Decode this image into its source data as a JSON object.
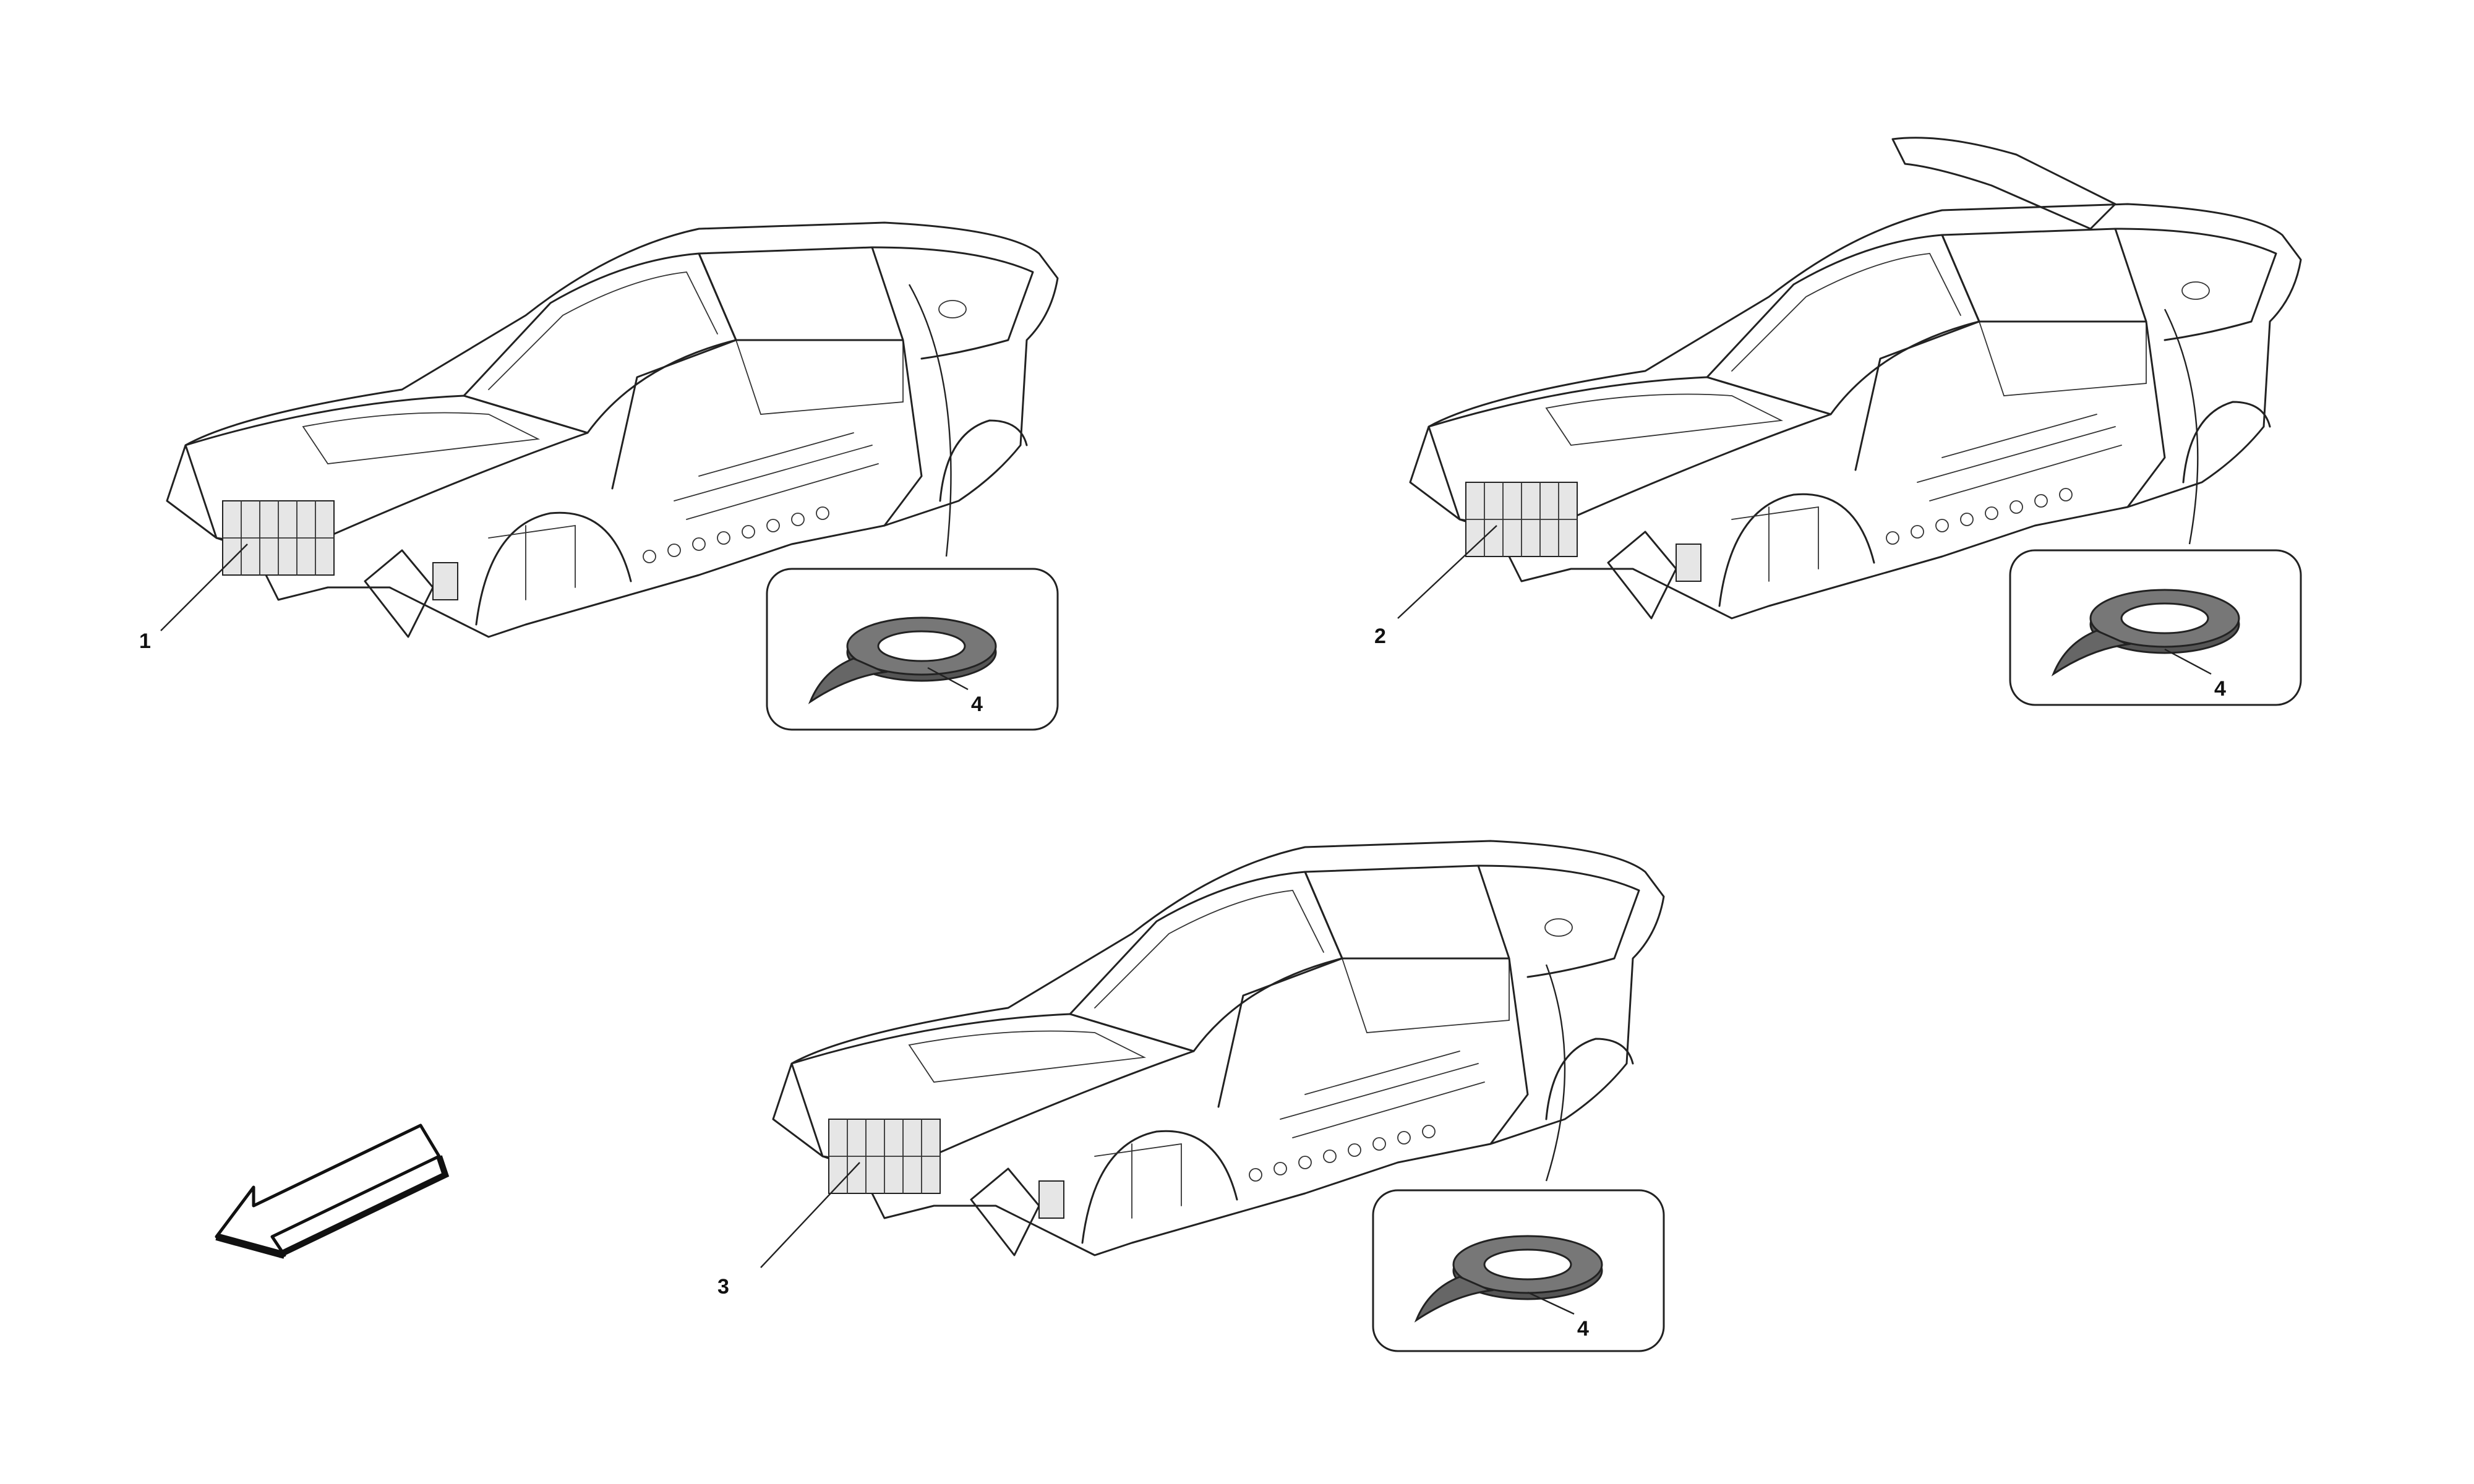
{
  "callouts": {
    "body_1": "1",
    "body_2": "2",
    "body_3": "3",
    "tape_a": "4",
    "tape_b": "4",
    "tape_c": "4"
  },
  "icons": {
    "car_body_coupe": "car-body-coupe-icon",
    "car_body_targa": "car-body-targa-icon",
    "car_body_spider": "car-body-spider-icon",
    "tape_roll": "tape-roll-icon",
    "direction_arrow": "direction-arrow-icon"
  }
}
